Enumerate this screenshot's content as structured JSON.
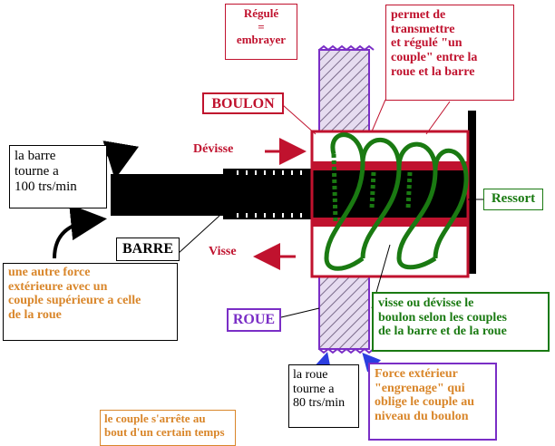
{
  "labels": {
    "regule": "Régulé\n=\nembrayer",
    "permet": "permet de\ntransmettre\net régulé \"un\ncouple\" entre la\nroue et la barre",
    "boulon": "BOULON",
    "devisse": "Dévisse",
    "visse": "Visse",
    "barre_tourne": "la barre\ntourne a\n100 trs/min",
    "barre": "BARRE",
    "force_exterieure": "une autre force\nextérieure avec un\ncouple supérieure a celle\nde la roue",
    "ressort": "Ressort",
    "roue": "ROUE",
    "visse_devisse": "visse ou dévisse le\nboulon selon les couples\nde la barre et de la roue",
    "roue_tourne": "la roue\ntourne a\n80 trs/min",
    "force_engrenage": "Force extérieur\n\"engrenage\" qui\noblige le couple au\nniveau du boulon",
    "couple_arrete": "le couple s'arrête au\nbout d'un certain temps"
  },
  "colors": {
    "red": "#c0122e",
    "orange": "#d9862a",
    "green": "#1a7a12",
    "purple": "#7a2ec6",
    "black": "#000000",
    "wheel_fill": "#d8cde8"
  },
  "icons": [
    "curved-arrow-icon",
    "arrow-icon",
    "spring-icon",
    "threaded-bar-icon",
    "hatched-wheel-icon"
  ]
}
